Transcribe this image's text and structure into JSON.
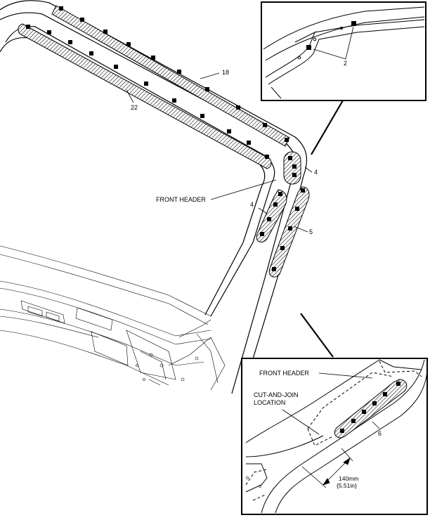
{
  "callouts": {
    "c18": "18",
    "c22": "22",
    "c4_upper": "4",
    "c4_lower": "4",
    "c5": "5",
    "c2": "2",
    "c6": "6"
  },
  "labels": {
    "front_header_main": "FRONT HEADER",
    "front_header_inset": "FRONT HEADER",
    "cut_join_line1": "CUT-AND-JOIN",
    "cut_join_line2": "LOCATION",
    "dim_mm": "140mm",
    "dim_in": "{5.51in}"
  },
  "colors": {
    "ink": "#000000",
    "paper": "#ffffff"
  }
}
